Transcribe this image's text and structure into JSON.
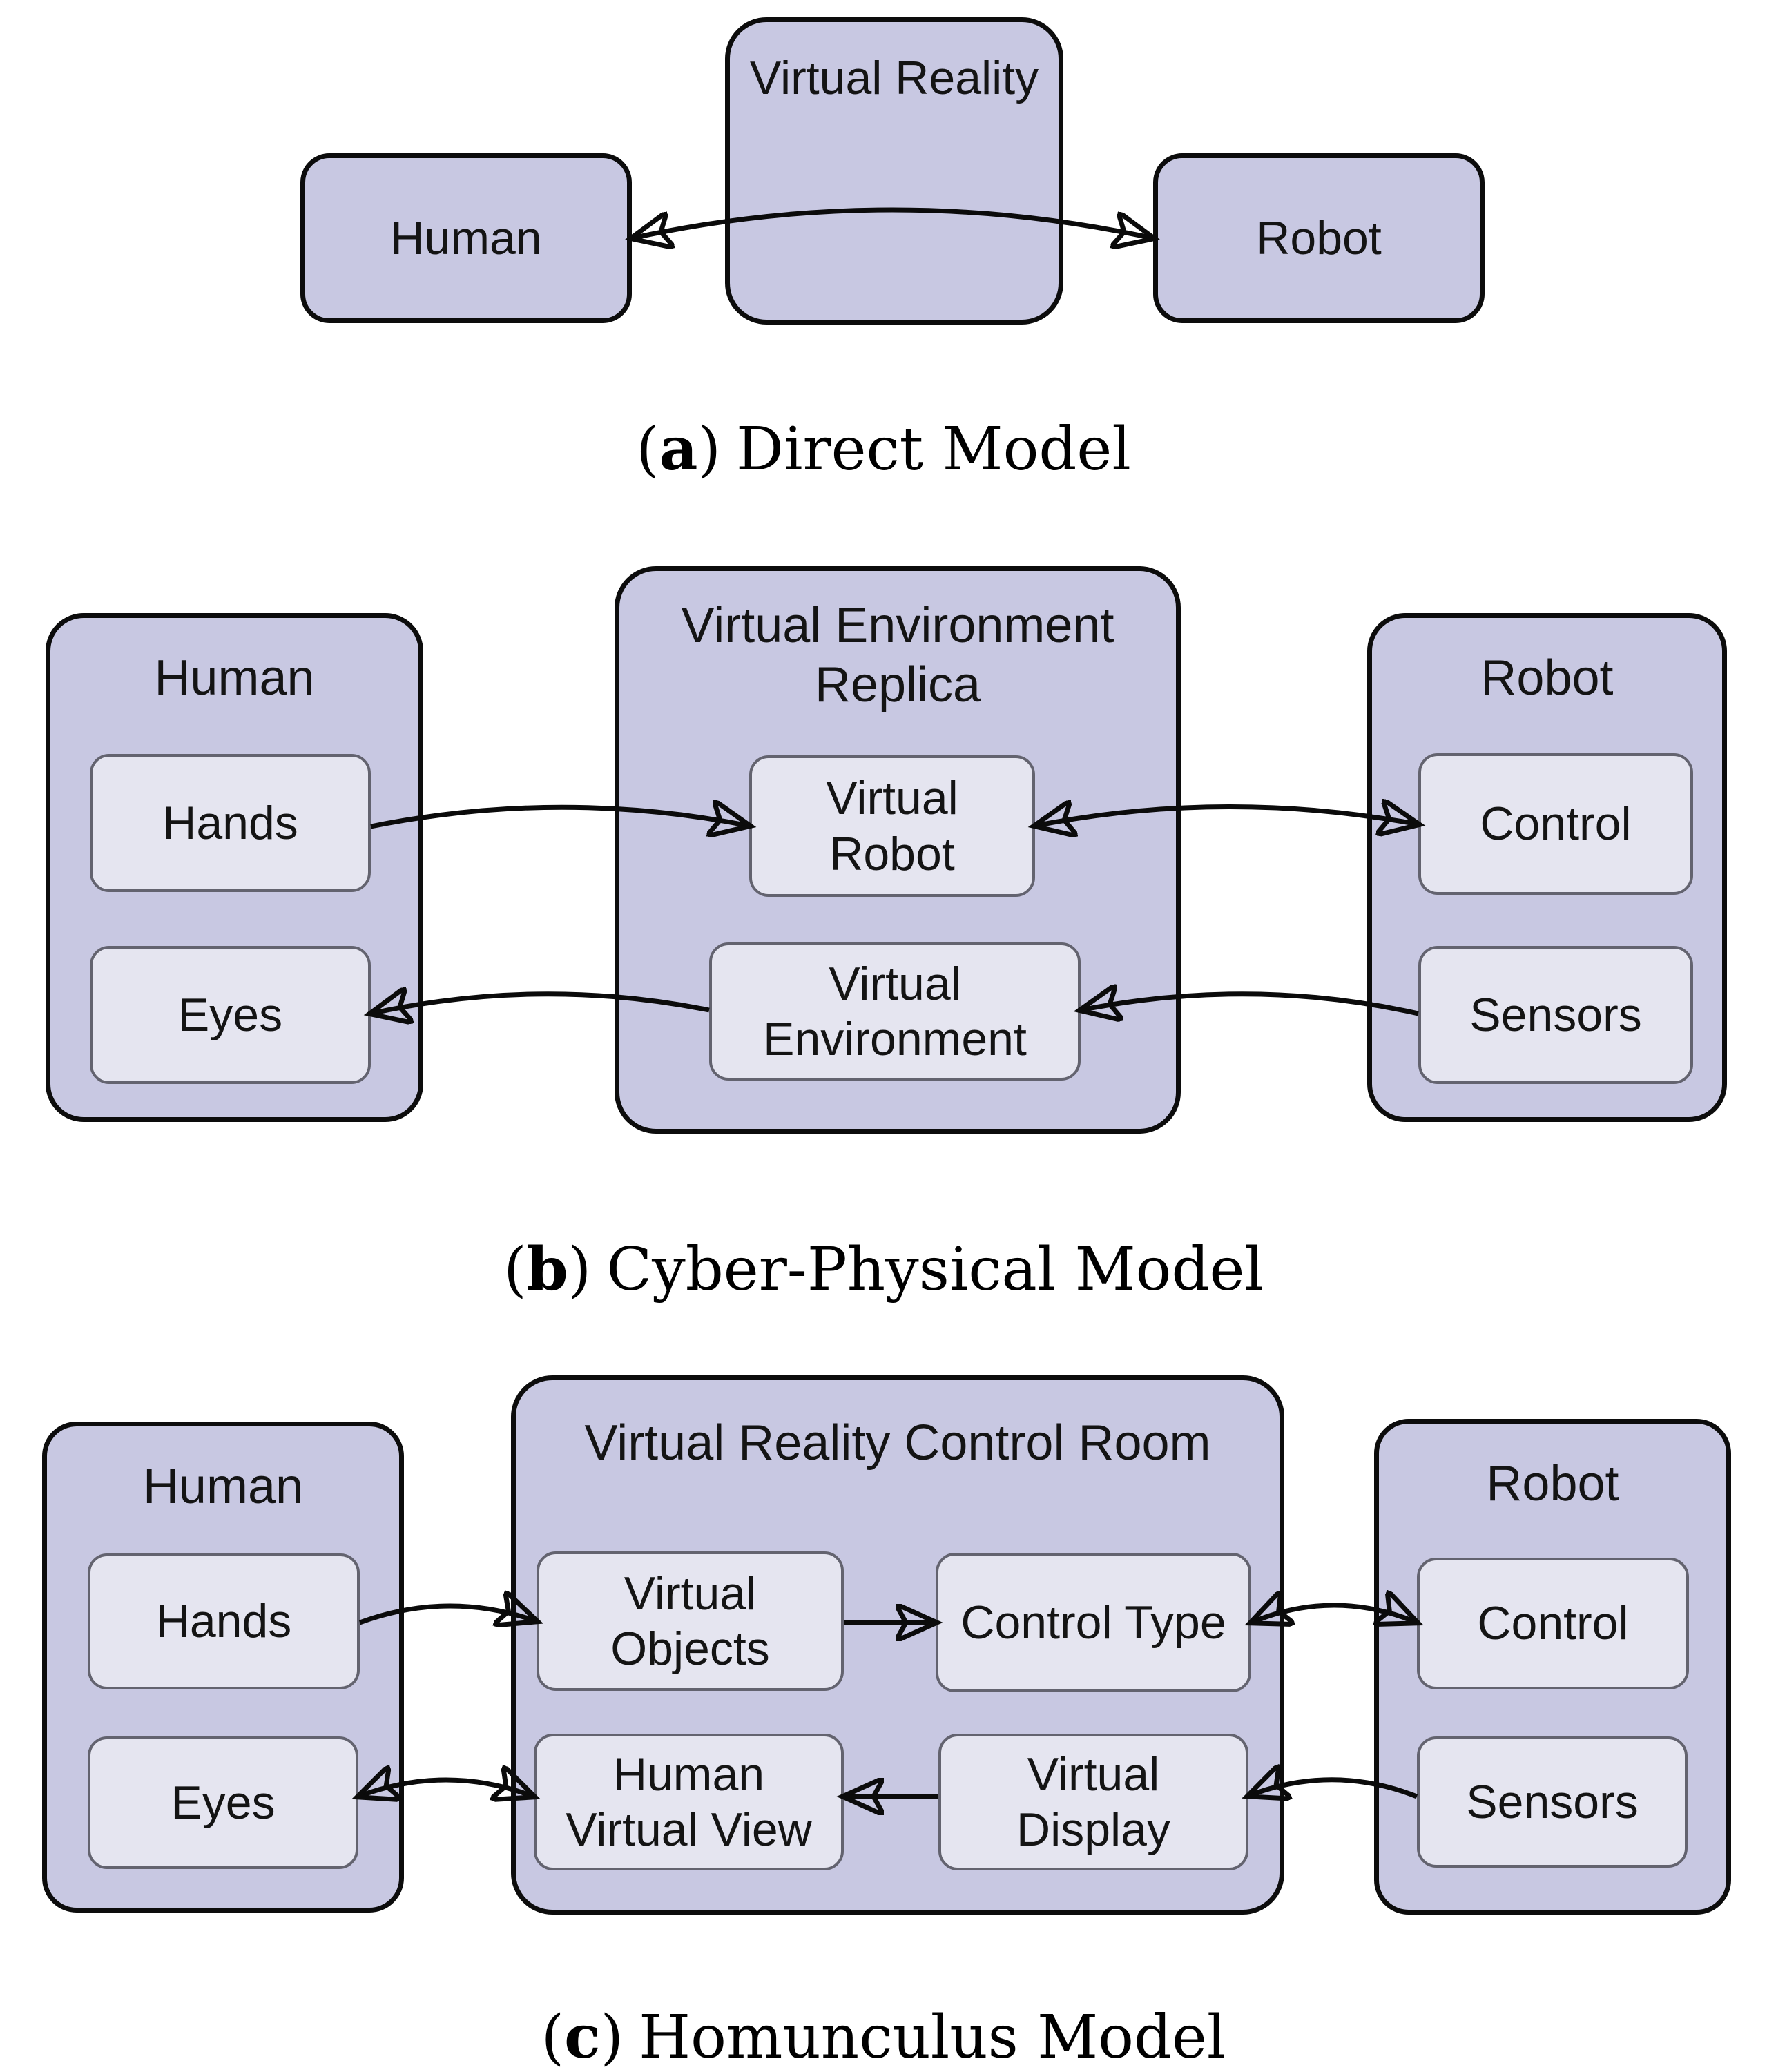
{
  "colors": {
    "page_bg": "#ffffff",
    "container_fill": "#c8c8e2",
    "inner_fill": "#e5e5f0",
    "inner_border": "#63636f",
    "outer_border": "#0c0c0c",
    "arrow_color": "#0b0b0b",
    "text_color": "#141414"
  },
  "punct": {
    "open": "(",
    "close": ")"
  },
  "panel_a": {
    "caption_letter": "a",
    "caption_title": "Direct Model",
    "virtual_reality_label": "Virtual Reality",
    "human_label": "Human",
    "robot_label": "Robot"
  },
  "panel_b": {
    "caption_letter": "b",
    "caption_title": "Cyber-Physical Model",
    "human_title": "Human",
    "hands_label": "Hands",
    "eyes_label": "Eyes",
    "center_title": "Virtual Environment\nReplica",
    "virtual_robot_label": "Virtual\nRobot",
    "virtual_environment_label": "Virtual\nEnvironment",
    "robot_title": "Robot",
    "control_label": "Control",
    "sensors_label": "Sensors"
  },
  "panel_c": {
    "caption_letter": "c",
    "caption_title": "Homunculus Model",
    "human_title": "Human",
    "hands_label": "Hands",
    "eyes_label": "Eyes",
    "center_title": "Virtual Reality Control Room",
    "virtual_objects_label": "Virtual\nObjects",
    "control_type_label": "Control Type",
    "human_virtual_view_label": "Human\nVirtual View",
    "virtual_display_label": "Virtual\nDisplay",
    "robot_title": "Robot",
    "control_label": "Control",
    "sensors_label": "Sensors"
  },
  "edges": [
    {
      "panel": "a",
      "from": "Human",
      "to": "Robot",
      "bidirectional": true
    },
    {
      "panel": "b",
      "from": "Hands",
      "to": "Virtual Robot",
      "bidirectional": false
    },
    {
      "panel": "b",
      "from": "Control",
      "to": "Virtual Robot",
      "bidirectional": true
    },
    {
      "panel": "b",
      "from": "Sensors",
      "to": "Virtual Environment",
      "bidirectional": false
    },
    {
      "panel": "b",
      "from": "Virtual Environment",
      "to": "Eyes",
      "bidirectional": false
    },
    {
      "panel": "c",
      "from": "Hands",
      "to": "Virtual Objects",
      "bidirectional": false
    },
    {
      "panel": "c",
      "from": "Virtual Objects",
      "to": "Control Type",
      "bidirectional": false
    },
    {
      "panel": "c",
      "from": "Control Type",
      "to": "Control",
      "bidirectional": true
    },
    {
      "panel": "c",
      "from": "Sensors",
      "to": "Virtual Display",
      "bidirectional": false
    },
    {
      "panel": "c",
      "from": "Virtual Display",
      "to": "Human Virtual View",
      "bidirectional": false
    },
    {
      "panel": "c",
      "from": "Human Virtual View",
      "to": "Eyes",
      "bidirectional": true
    }
  ]
}
